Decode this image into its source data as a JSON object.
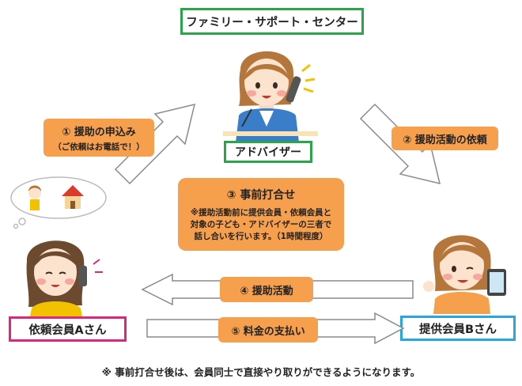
{
  "title": "ファミリー・サポート・センター",
  "advisor_label": "アドバイザー",
  "requester_label": "依頼会員Aさん",
  "provider_label": "提供会員Bさん",
  "step1": {
    "label": "① 援助の申込み",
    "sub": "（ご依頼はお電話で！）"
  },
  "step2": {
    "label": "② 援助活動の依頼"
  },
  "step3": {
    "label": "③ 事前打合せ",
    "body_lines": [
      "※援助活動前に提供会員・依頼会員と",
      "対象の子ども・アドバイザーの三者で",
      "話し合いを行います。（1時間程度）"
    ]
  },
  "step4": {
    "label": "④ 援助活動"
  },
  "step5": {
    "label": "⑤ 料金の支払い"
  },
  "footnote": "※ 事前打合せ後は、会員同士で直接やり取りができるようになります。",
  "colors": {
    "green": "#2aa64a",
    "pink": "#e0257c",
    "blue": "#27a7e0",
    "orange": "#f6a04d",
    "arrow_stroke": "#8a8a8a"
  }
}
